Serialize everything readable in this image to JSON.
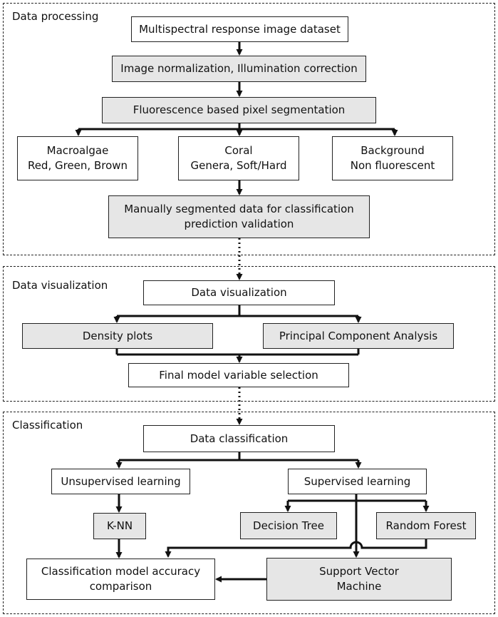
{
  "sections": {
    "processing": "Data processing",
    "visualization": "Data visualization",
    "classification": "Classification"
  },
  "boxes": {
    "dataset": "Multispectral response image dataset",
    "normalization": "Image normalization, Illumination correction",
    "segmentation": "Fluorescence based pixel segmentation",
    "macroalgae": "Macroalgae\nRed, Green, Brown",
    "coral": "Coral\nGenera, Soft/Hard",
    "background": "Background\nNon fluorescent",
    "manual": "Manually segmented data for classification\nprediction validation",
    "visualization": "Data visualization",
    "density": "Density plots",
    "pca": "Principal Component Analysis",
    "final_selection": "Final model variable selection",
    "data_classification": "Data classification",
    "unsupervised": "Unsupervised learning",
    "supervised": "Supervised learning",
    "knn": "K-NN",
    "decision_tree": "Decision Tree",
    "random_forest": "Random Forest",
    "accuracy": "Classification model accuracy\ncomparison",
    "svm": "Support Vector\nMachine"
  }
}
